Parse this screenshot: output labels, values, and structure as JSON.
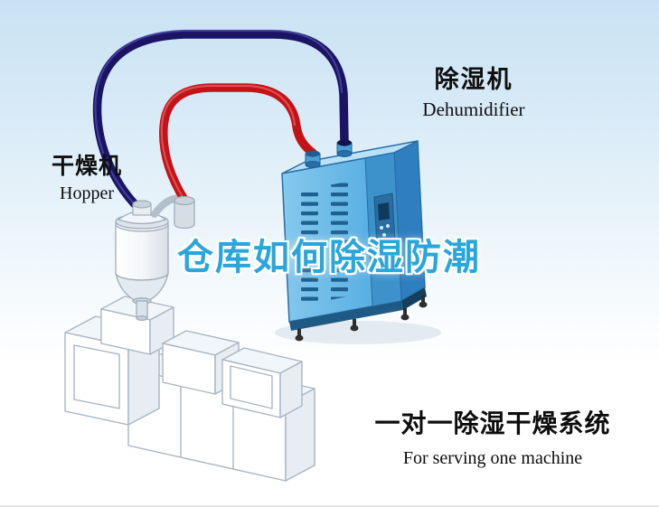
{
  "labels": {
    "hopper_cn": "干燥机",
    "hopper_en": "Hopper",
    "dehumidifier_cn": "除湿机",
    "dehumidifier_en": "Dehumidifier",
    "watermark": "仓库如何除湿防潮",
    "caption_cn": "一对一除湿干燥系统",
    "caption_en": "For serving one machine"
  },
  "colors": {
    "background_top": "#c9e2f3",
    "background_bottom": "#ffffff",
    "watermark_text": "#2ba6db",
    "hose_supply_blue": "#1b1464",
    "hose_return_red": "#c31318",
    "dehumidifier_blue": "#54aee4",
    "machine_outline": "#a9b6c2",
    "label_text": "#0f0f0f"
  }
}
